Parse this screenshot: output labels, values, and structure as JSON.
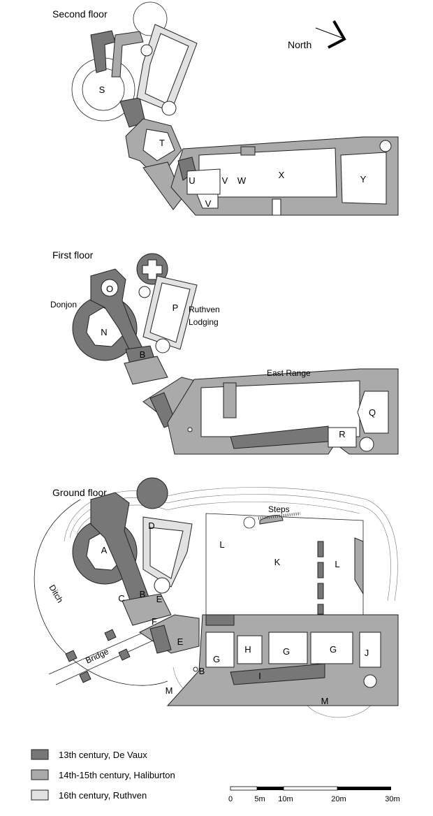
{
  "north": {
    "label": "North"
  },
  "second_floor": {
    "title": "Second floor",
    "rooms": [
      "S",
      "T",
      "U",
      "V",
      "W",
      "X",
      "Y",
      "V"
    ]
  },
  "first_floor": {
    "title": "First floor",
    "rooms": [
      "O",
      "P",
      "N",
      "B",
      "Q",
      "R"
    ],
    "annotations": {
      "donjon": "Donjon",
      "ruthven1": "Ruthven",
      "ruthven2": "Lodging",
      "east_range": "East Range"
    }
  },
  "ground_floor": {
    "title": "Ground floor",
    "rooms": [
      "D",
      "A",
      "L",
      "K",
      "L",
      "B",
      "C",
      "E",
      "F",
      "E",
      "G",
      "H",
      "G",
      "G",
      "J",
      "B",
      "I",
      "M",
      "M"
    ],
    "annotations": {
      "steps": "Steps",
      "ditch": "Ditch",
      "bridge": "Bridge"
    }
  },
  "legend": [
    {
      "label": "13th century, De Vaux",
      "color": "#777777"
    },
    {
      "label": "14th-15th century, Haliburton",
      "color": "#aaaaaa"
    },
    {
      "label": "16th century, Ruthven",
      "color": "#e2e2e2"
    }
  ],
  "scale": {
    "ticks": [
      "0",
      "5m",
      "10m",
      "20m",
      "30m"
    ]
  }
}
